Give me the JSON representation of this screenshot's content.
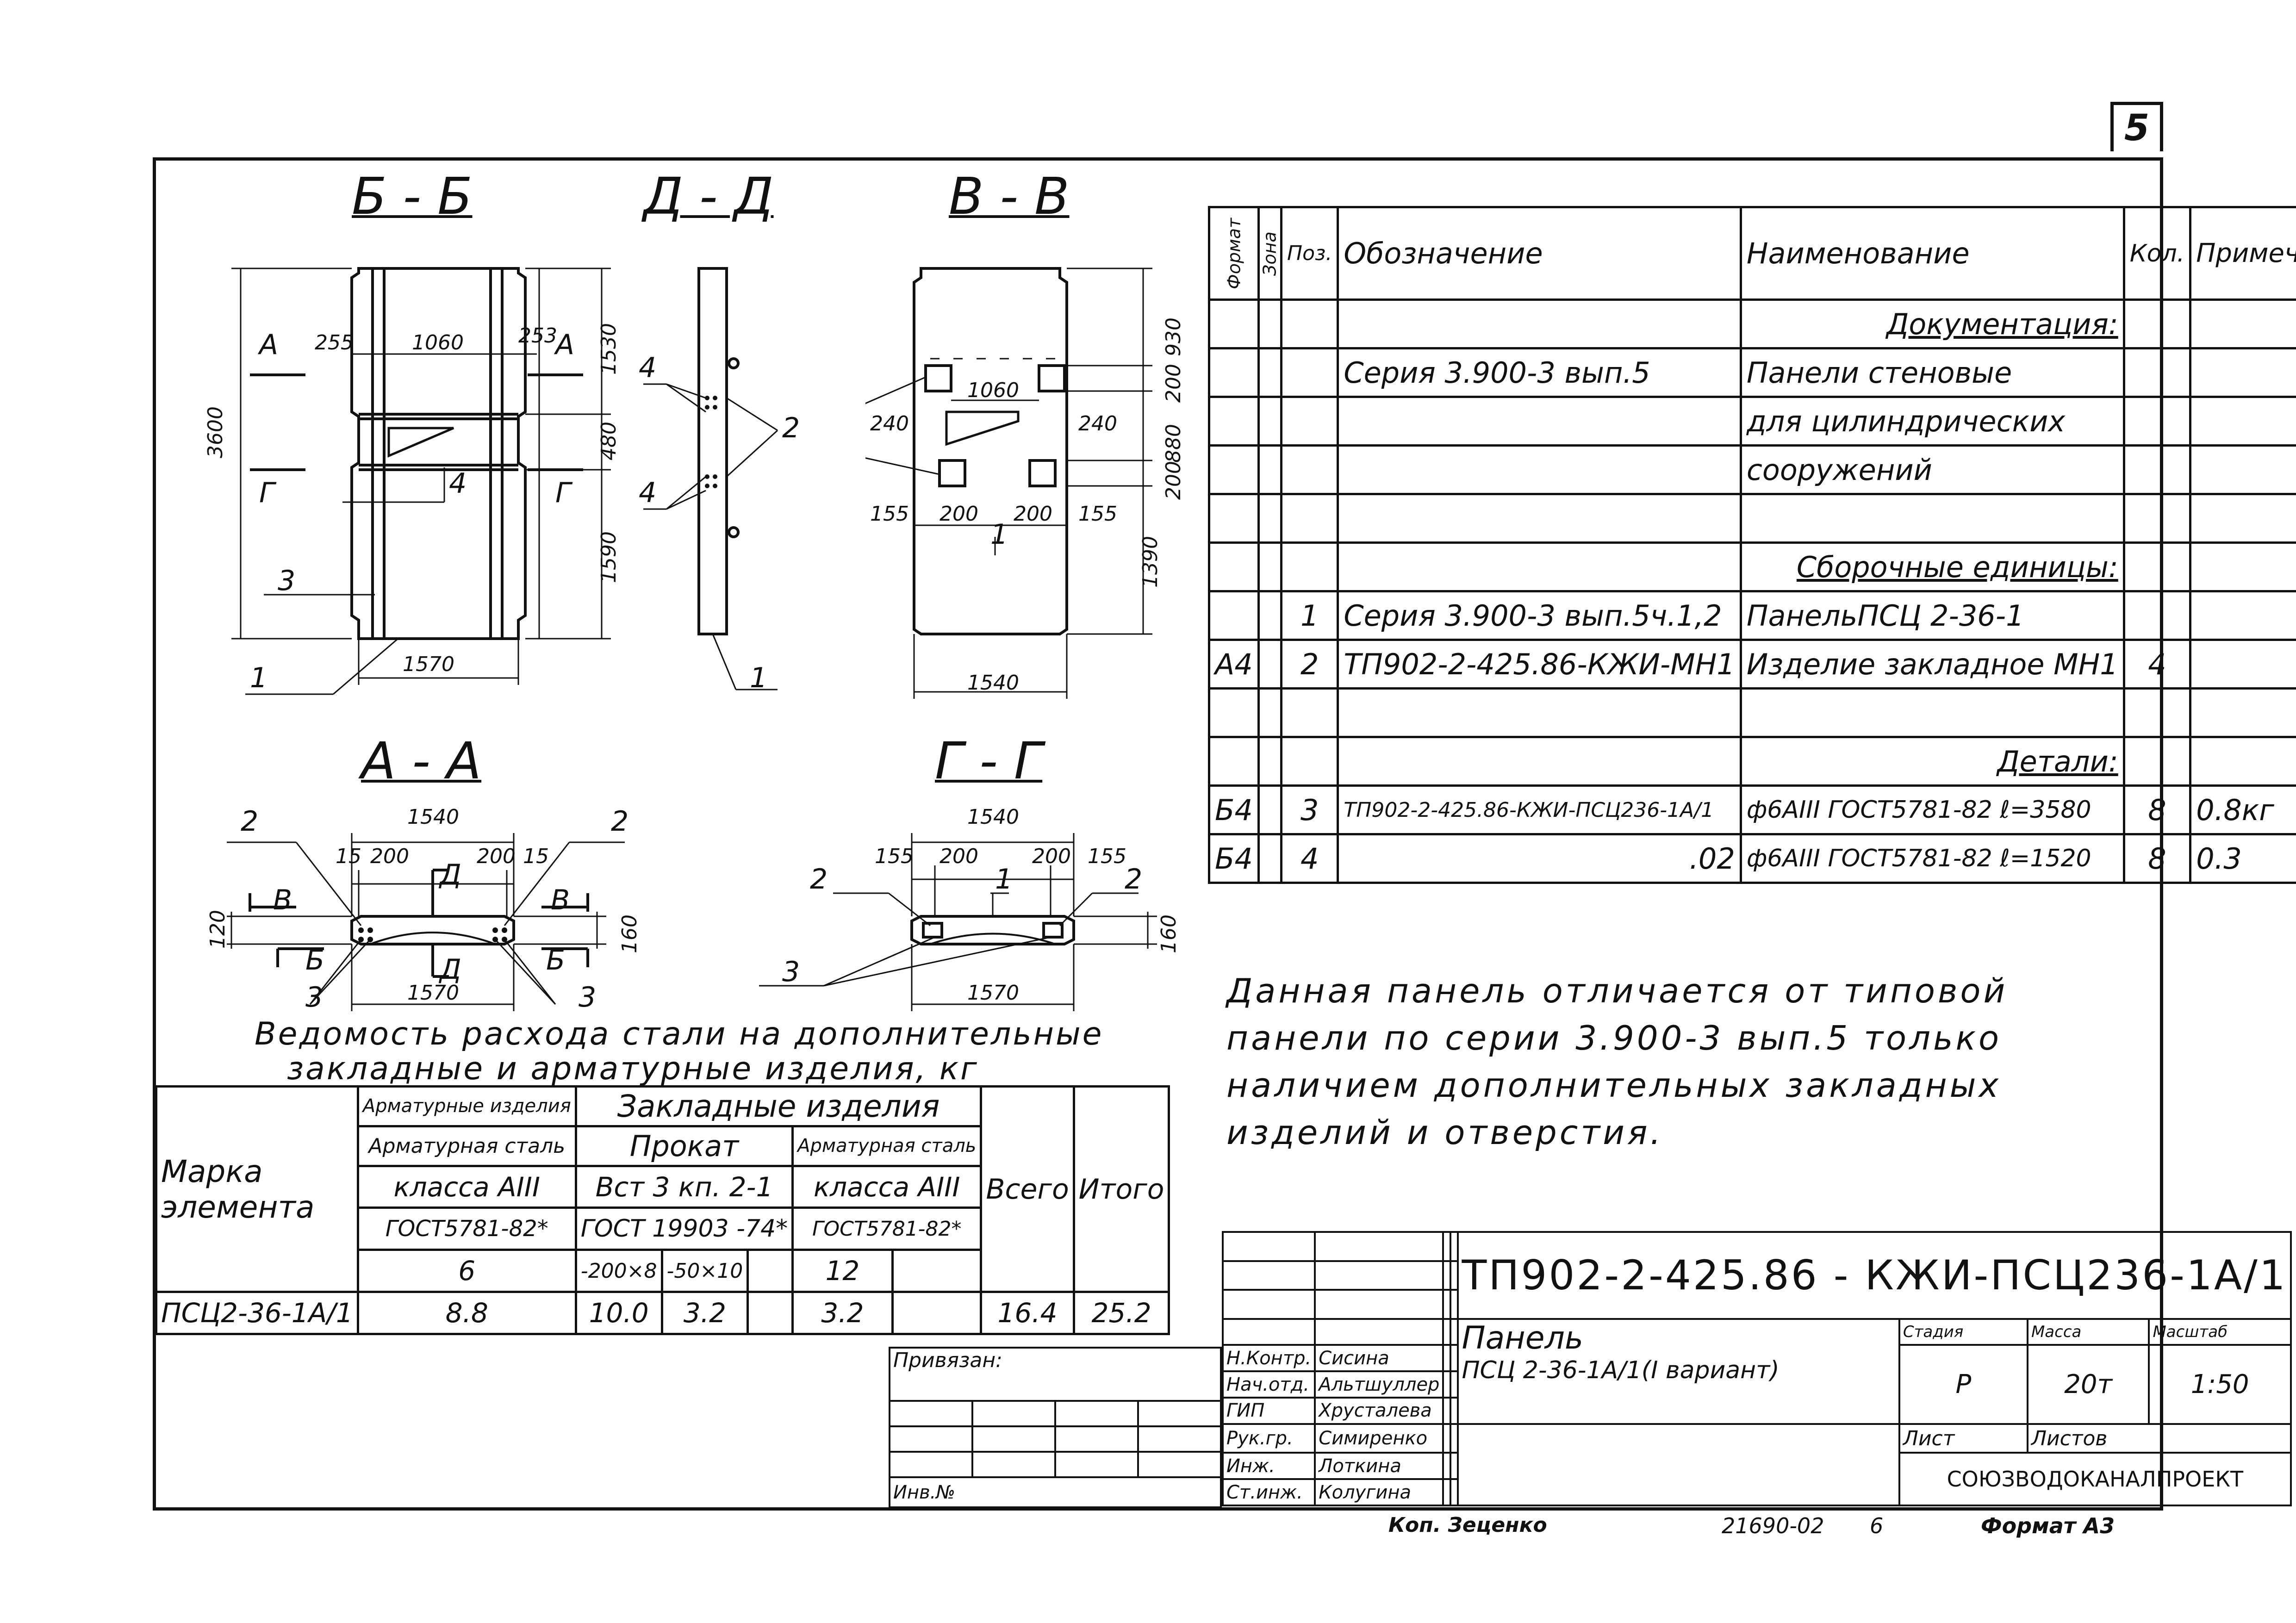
{
  "sheet_number": "5",
  "sections": {
    "bb": "Б - Б",
    "dd": "Д - Д",
    "vv": "В - В",
    "aa": "А - А",
    "gg": "Г - Г"
  },
  "drawing_bb": {
    "dims": [
      "3600",
      "255",
      "1060",
      "253",
      "1530",
      "480",
      "1590",
      "1570"
    ],
    "cut_labels": [
      "А",
      "А",
      "Г",
      "Г"
    ],
    "callouts": [
      "4",
      "3",
      "1"
    ]
  },
  "drawing_dd": {
    "callouts": [
      "4",
      "4",
      "2",
      "1"
    ]
  },
  "drawing_vv": {
    "dims": [
      "930",
      "200",
      "880",
      "200",
      "1390",
      "1060",
      "240",
      "240",
      "155",
      "200",
      "200",
      "155",
      "1540"
    ],
    "callouts": [
      "1"
    ]
  },
  "drawing_aa": {
    "dims": [
      "1540",
      "15",
      "200",
      "200",
      "15",
      "120",
      "160",
      "1570"
    ],
    "cut_labels": [
      "В",
      "В",
      "Б",
      "Б",
      "Д",
      "Д"
    ],
    "callouts": [
      "2",
      "2",
      "3",
      "3"
    ]
  },
  "drawing_gg": {
    "dims": [
      "1540",
      "155",
      "200",
      "200",
      "155",
      "160",
      "1570"
    ],
    "callouts": [
      "2",
      "1",
      "2",
      "3"
    ]
  },
  "spec_table": {
    "headers": [
      "Формат",
      "Зона",
      "Поз.",
      "Обозначение",
      "Наименование",
      "Кол.",
      "Примеч."
    ],
    "rows": [
      [
        "",
        "",
        "",
        "",
        "Документация:",
        "",
        ""
      ],
      [
        "",
        "",
        "",
        "Серия 3.900-3 вып.5",
        "Панели стеновые",
        "",
        ""
      ],
      [
        "",
        "",
        "",
        "",
        "для цилиндрических",
        "",
        ""
      ],
      [
        "",
        "",
        "",
        "",
        "сооружений",
        "",
        ""
      ],
      [
        "",
        "",
        "",
        "",
        "",
        "",
        ""
      ],
      [
        "",
        "",
        "",
        "",
        "Сборочные единицы:",
        "",
        ""
      ],
      [
        "",
        "",
        "1",
        "Серия 3.900-3 вып.5ч.1,2",
        "ПанельПСЦ 2-36-1",
        "",
        ""
      ],
      [
        "А4",
        "",
        "2",
        "ТП902-2-425.86-КЖИ-МН1",
        "Изделие закладное МН1",
        "4",
        ""
      ],
      [
        "",
        "",
        "",
        "",
        "",
        "",
        ""
      ],
      [
        "",
        "",
        "",
        "",
        "Детали:",
        "",
        ""
      ],
      [
        "Б4",
        "",
        "3",
        "ТП902-2-425.86-КЖИ-ПСЦ236-1А/1",
        "ф6АIII ГОСТ5781-82 ℓ=3580",
        "8",
        "0.8кг"
      ],
      [
        "Б4",
        "",
        "4",
        ".02",
        "ф6АIII ГОСТ5781-82 ℓ=1520",
        "8",
        "0.3"
      ]
    ]
  },
  "note": [
    "Данная панель отличается от типовой",
    "панели по серии 3.900-3 вып.5 только",
    "наличием дополнительных закладных",
    "изделий и отверстия."
  ],
  "steel_table": {
    "title_lines": [
      "Ведомость расхода стали на дополнительные",
      "закладные и арматурные изделия, кг"
    ],
    "mark_header": "Марка элемента",
    "group1": "Арматурные изделия",
    "group2": "Закладные изделия",
    "sub_rebar": "Арматурная сталь",
    "sub_rolled": "Прокат",
    "sub_rebar2": "Арматурная сталь",
    "class1": "класса АIII",
    "class2": "Вст 3 кп. 2-1",
    "class3": "класса АIII",
    "gost1": "ГОСТ5781-82*",
    "gost2": "ГОСТ 19903 -74*",
    "gost3": "ГОСТ5781-82*",
    "d1": "6",
    "d2a": "-200×8",
    "d2b": "-50×10",
    "d3": "12",
    "total": "Всего",
    "grand": "Итого",
    "row": {
      "mark": "ПСЦ2-36-1А/1",
      "v1": "8.8",
      "v2": "10.0",
      "v3": "3.2",
      "v4": "3.2",
      "total": "16.4",
      "grand": "25.2"
    }
  },
  "title_block": {
    "code": "ТП902-2-425.86 - КЖИ-ПСЦ236-1А/1",
    "name1": "Панель",
    "name2": "ПСЦ 2-36-1А/1(I вариант)",
    "stage_h": "Стадия",
    "mass_h": "Масса",
    "scale_h": "Масштаб",
    "stage": "Р",
    "mass": "20т",
    "scale": "1:50",
    "sheet_h": "Лист",
    "sheets_h": "Листов",
    "org": "СОЮЗВОДОКАНАЛПРОЕКТ",
    "roles": [
      [
        "Н.Контр.",
        "Сисина"
      ],
      [
        "Нач.отд.",
        "Альтшуллер"
      ],
      [
        "ГИП",
        "Хрусталева"
      ],
      [
        "Рук.гр.",
        "Симиренко"
      ],
      [
        "Инж.",
        "Лоткина"
      ],
      [
        "Ст.инж.",
        "Колугина"
      ]
    ],
    "privyazan": "Привязан:",
    "inv": "Инв.№"
  },
  "footer": {
    "copied": "Коп. Зеценко",
    "order": "21690-02",
    "sheet": "6",
    "format": "Формат А3"
  }
}
